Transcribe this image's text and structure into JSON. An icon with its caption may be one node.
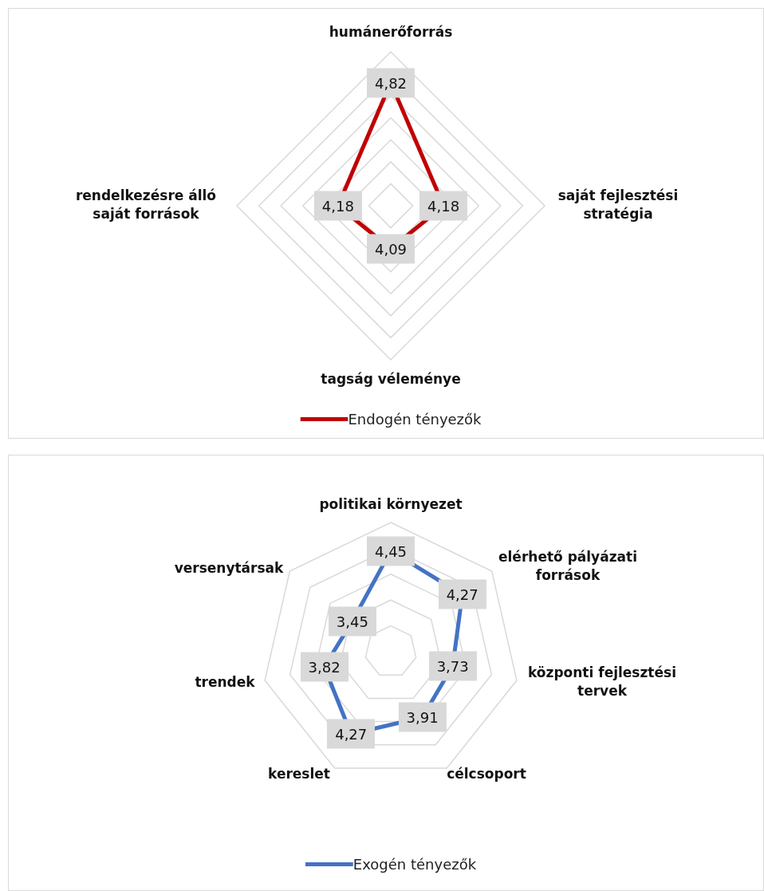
{
  "diagram": {
    "labels": [
      "humánerőforrás",
      "4,82",
      "rendelkezésre álló saját források",
      "4,18",
      "4,18",
      "saját fejlesztési stratégia",
      "4,09",
      "tagság véleménye",
      "politikai környezet",
      "4,45",
      "elérhető pályázati források",
      "versenytársak",
      "4,27",
      "3,45",
      "trendek",
      "3,82",
      "3,73",
      "központi fejlesztési tervek",
      "4,27",
      "3,91",
      "kereslet",
      "célcsoport"
    ],
    "legend": [
      {
        "text": "Endogén tényezők"
      },
      {
        "text": "Exogén tényezők"
      }
    ]
  }
}
